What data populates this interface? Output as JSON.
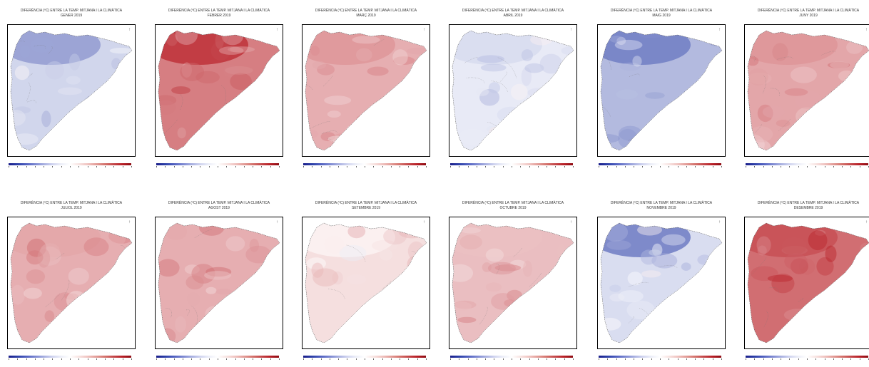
{
  "title_line1": "DIFERÈNCIA (ºC) ENTRE LA TEMP. MITJANA I LA CLIMÀTICA",
  "months": [
    {
      "label": "GENER 2019",
      "anomaly": -0.6,
      "north": -1.4
    },
    {
      "label": "FEBRER 2019",
      "anomaly": 1.6,
      "north": 2.4
    },
    {
      "label": "MARÇ 2019",
      "anomaly": 1.0,
      "north": 1.2
    },
    {
      "label": "ABRIL 2019",
      "anomaly": -0.3,
      "north": -0.5
    },
    {
      "label": "MAIG 2019",
      "anomaly": -1.0,
      "north": -1.8
    },
    {
      "label": "JUNY 2019",
      "anomaly": 1.1,
      "north": 1.2
    },
    {
      "label": "JULIOL 2019",
      "anomaly": 1.0,
      "north": 1.0
    },
    {
      "label": "AGOST 2019",
      "anomaly": 1.0,
      "north": 0.9
    },
    {
      "label": "SETEMBRE 2019",
      "anomaly": 0.4,
      "north": 0.1
    },
    {
      "label": "OCTUBRE 2019",
      "anomaly": 0.8,
      "north": 0.7
    },
    {
      "label": "NOVEMBRE 2019",
      "anomaly": -0.5,
      "north": -1.9
    },
    {
      "label": "DESEMBRE 2019",
      "anomaly": 1.8,
      "north": 2.0
    }
  ],
  "logo": {
    "short": "meteo.cat",
    "org": "Servei Meteorològic de Catalunya"
  },
  "colors": {
    "cold": "#2c3fa8",
    "neutral": "#ffffff",
    "warm": "#b81f26"
  },
  "colorbar": [
    "#1b1f8a",
    "#2c3fa8",
    "#5060c0",
    "#7a86d1",
    "#a6aee0",
    "#cfd3ef",
    "#eceef8",
    "#ffffff",
    "#f8e4e2",
    "#f0c4c1",
    "#e39d98",
    "#d4736d",
    "#c4484a",
    "#b81f26",
    "#8e0d14"
  ]
}
